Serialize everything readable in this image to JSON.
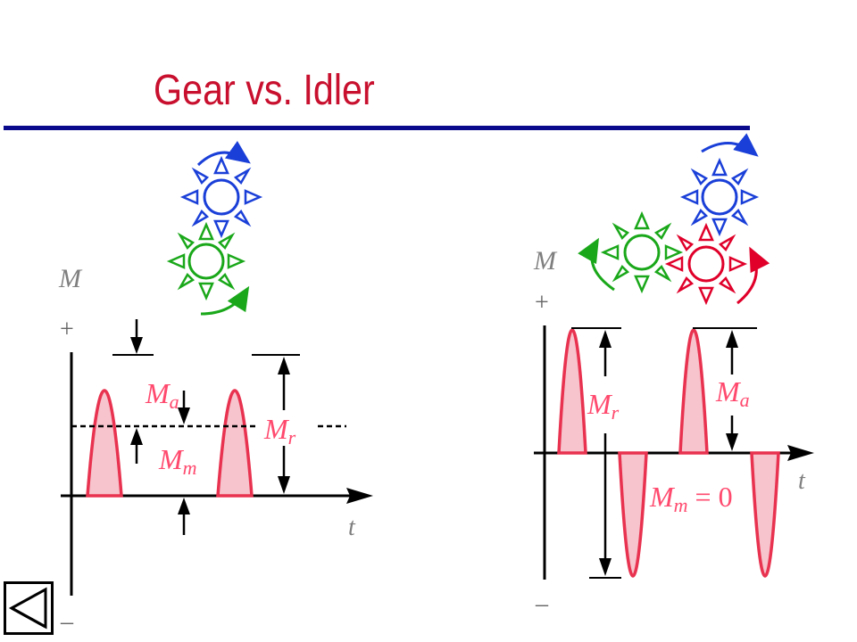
{
  "slide": {
    "title": "Gear vs. Idler"
  },
  "left_plot": {
    "y_label": "M",
    "plus": "+",
    "minus": "–",
    "t_label": "t",
    "ma_label": "M",
    "ma_sub": "a",
    "mm_label": "M",
    "mm_sub": "m",
    "mr_label": "M",
    "mr_sub": "r"
  },
  "right_plot": {
    "y_label": "M",
    "plus": "+",
    "minus": "–",
    "t_label": "t",
    "mr_label": "M",
    "mr_sub": "r",
    "ma_label": "M",
    "ma_sub": "a",
    "mm_label": "M",
    "mm_sub": "m",
    "mm_eq": " = 0"
  },
  "colors": {
    "title": "#c8102e",
    "rule": "#0a0a8c",
    "gear_blue": "#1a3fd8",
    "gear_green": "#1aa81a",
    "gear_red": "#e0002a",
    "wave": "#e8324f",
    "wave_fill": "#f7c3cc"
  },
  "icons": {
    "nav": "back-triangle-icon"
  }
}
